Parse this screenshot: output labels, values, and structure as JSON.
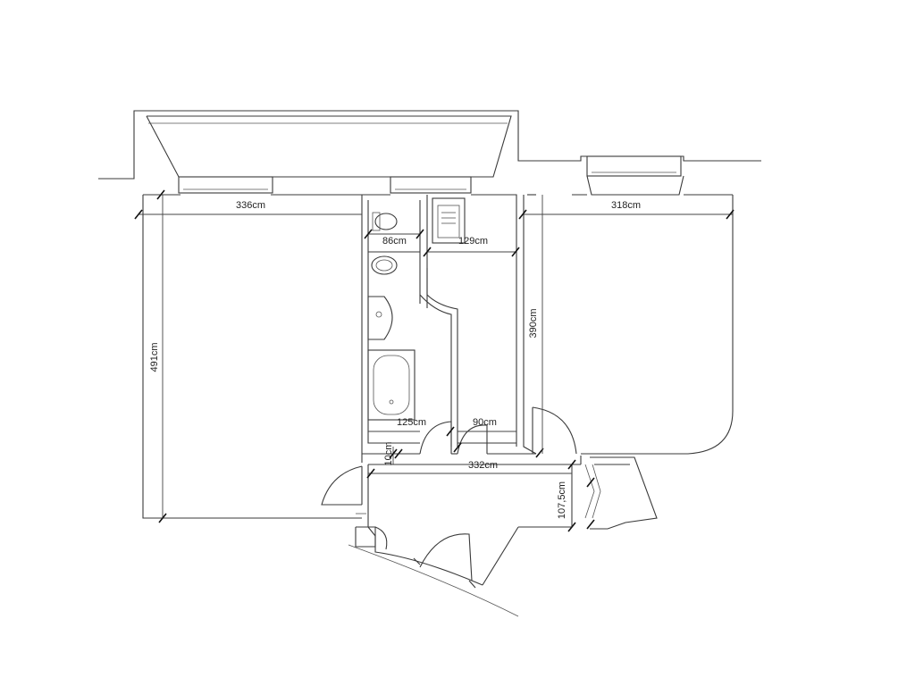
{
  "plan": {
    "dimensions": {
      "room_left_width": "336cm",
      "room_left_height": "491cm",
      "wc_width": "86cm",
      "kitchen_width": "129cm",
      "bath_width": "125cm",
      "corridor_width": "90cm",
      "wall_thickness": "10cm",
      "hall_width": "332cm",
      "room_right_width": "318cm",
      "room_right_height": "390cm",
      "hall_depth": "107,5cm"
    }
  }
}
